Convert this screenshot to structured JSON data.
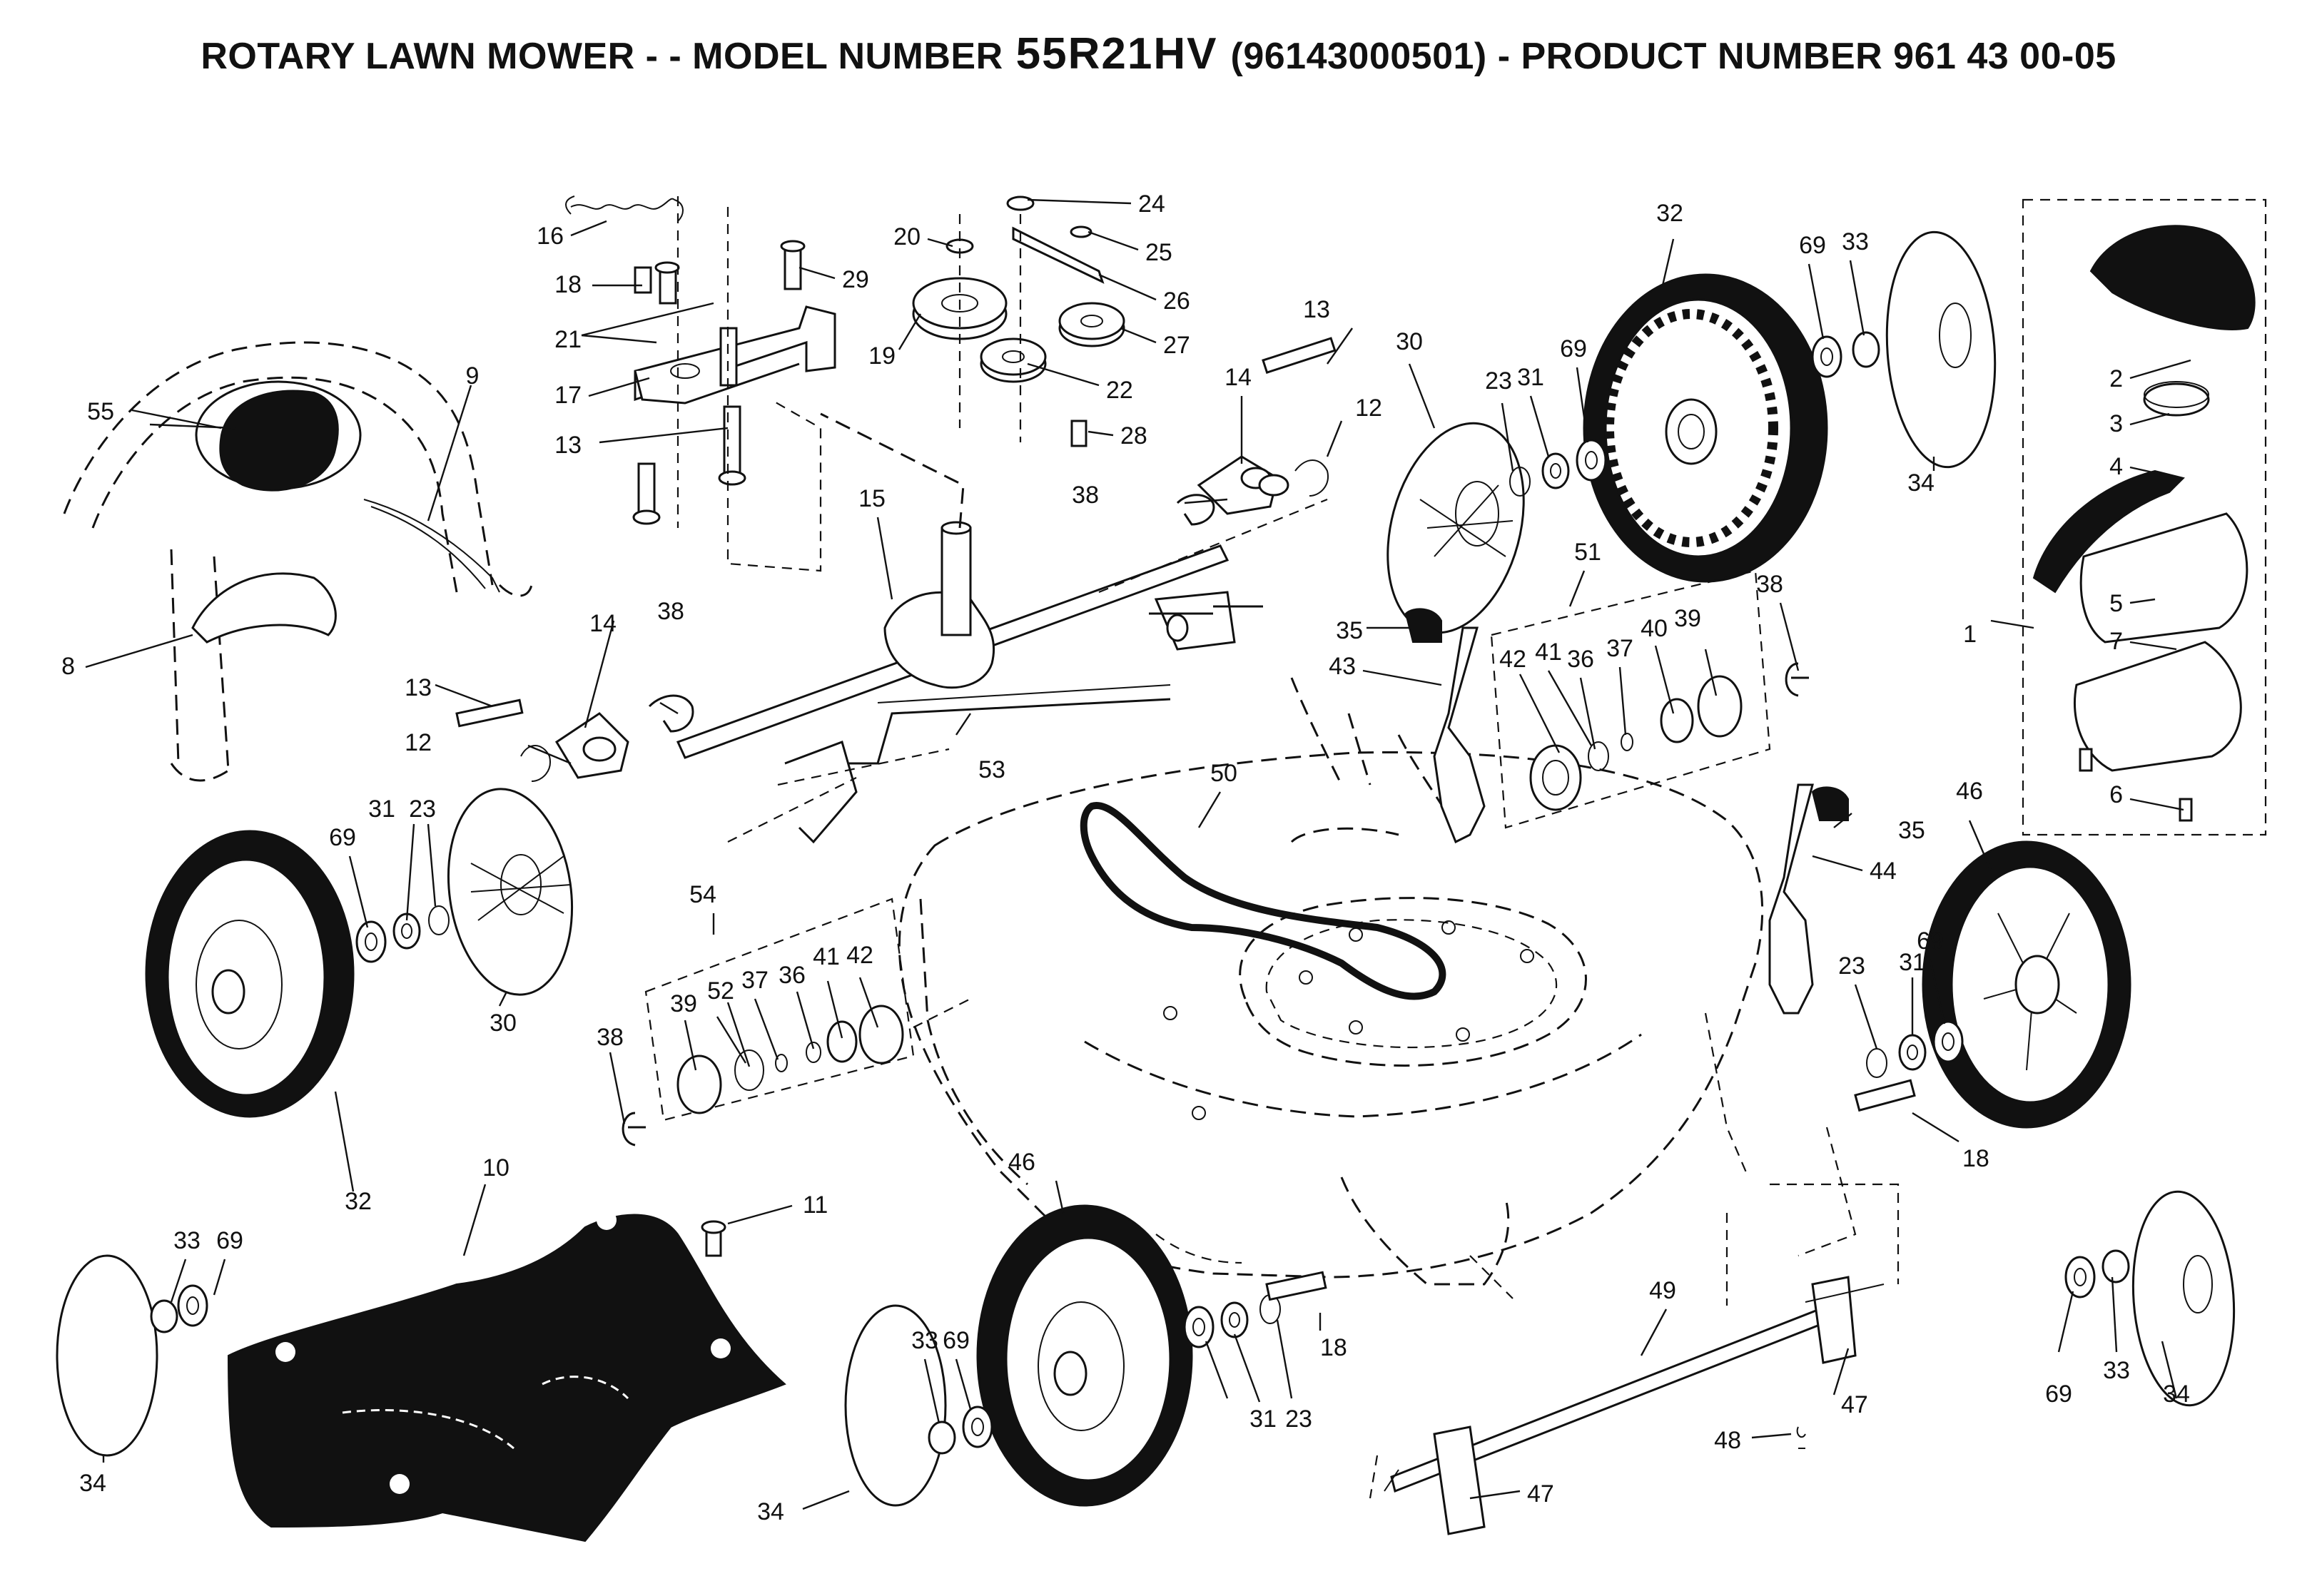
{
  "title": {
    "prefix": "ROTARY LAWN MOWER - - MODEL NUMBER",
    "model": "55R21HV",
    "suffix": "(96143000501) - PRODUCT NUMBER 961 43 00-05"
  },
  "callouts": [
    {
      "label": "1"
    },
    {
      "label": "2"
    },
    {
      "label": "3"
    },
    {
      "label": "4"
    },
    {
      "label": "5"
    },
    {
      "label": "6"
    },
    {
      "label": "7"
    },
    {
      "label": "8"
    },
    {
      "label": "9"
    },
    {
      "label": "10"
    },
    {
      "label": "11"
    },
    {
      "label": "12"
    },
    {
      "label": "12"
    },
    {
      "label": "13"
    },
    {
      "label": "13"
    },
    {
      "label": "13"
    },
    {
      "label": "14"
    },
    {
      "label": "14"
    },
    {
      "label": "15"
    },
    {
      "label": "16"
    },
    {
      "label": "17"
    },
    {
      "label": "18"
    },
    {
      "label": "18"
    },
    {
      "label": "18"
    },
    {
      "label": "19"
    },
    {
      "label": "20"
    },
    {
      "label": "21"
    },
    {
      "label": "22"
    },
    {
      "label": "23"
    },
    {
      "label": "23"
    },
    {
      "label": "23"
    },
    {
      "label": "23"
    },
    {
      "label": "24"
    },
    {
      "label": "25"
    },
    {
      "label": "26"
    },
    {
      "label": "27"
    },
    {
      "label": "28"
    },
    {
      "label": "29"
    },
    {
      "label": "30"
    },
    {
      "label": "30"
    },
    {
      "label": "31"
    },
    {
      "label": "31"
    },
    {
      "label": "31"
    },
    {
      "label": "31"
    },
    {
      "label": "32"
    },
    {
      "label": "32"
    },
    {
      "label": "33"
    },
    {
      "label": "33"
    },
    {
      "label": "33"
    },
    {
      "label": "33"
    },
    {
      "label": "34"
    },
    {
      "label": "34"
    },
    {
      "label": "34"
    },
    {
      "label": "34"
    },
    {
      "label": "35"
    },
    {
      "label": "35"
    },
    {
      "label": "36"
    },
    {
      "label": "36"
    },
    {
      "label": "37"
    },
    {
      "label": "37"
    },
    {
      "label": "38"
    },
    {
      "label": "38"
    },
    {
      "label": "38"
    },
    {
      "label": "38"
    },
    {
      "label": "39"
    },
    {
      "label": "39"
    },
    {
      "label": "40"
    },
    {
      "label": "41"
    },
    {
      "label": "41"
    },
    {
      "label": "42"
    },
    {
      "label": "42"
    },
    {
      "label": "43"
    },
    {
      "label": "44"
    },
    {
      "label": "46"
    },
    {
      "label": "46"
    },
    {
      "label": "47"
    },
    {
      "label": "47"
    },
    {
      "label": "48"
    },
    {
      "label": "49"
    },
    {
      "label": "50"
    },
    {
      "label": "51"
    },
    {
      "label": "52"
    },
    {
      "label": "53"
    },
    {
      "label": "54"
    },
    {
      "label": "55"
    },
    {
      "label": "69"
    },
    {
      "label": "69"
    },
    {
      "label": "69"
    },
    {
      "label": "69"
    },
    {
      "label": "69"
    },
    {
      "label": "69"
    },
    {
      "label": "69"
    }
  ]
}
